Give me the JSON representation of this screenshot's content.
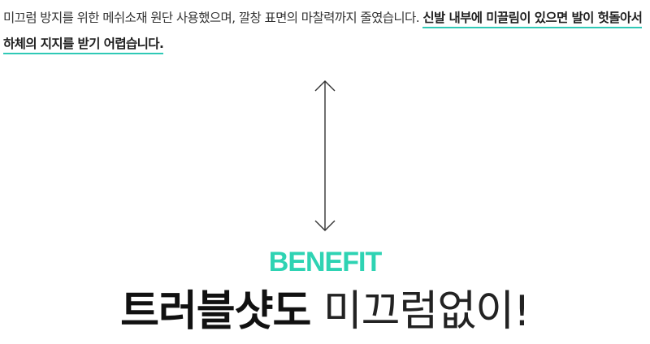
{
  "intro": {
    "plain": "미끄럼 방지를 위한 메쉬소재 원단 사용했으며, 깔창 표면의 마찰력까지 줄였습니다. ",
    "highlight": "신발 내부에 미끌림이 있으면 발이 헛돌아서 하체의 지지를 받기 어렵습니다."
  },
  "arrow": {
    "icon": "double-arrow-vertical-icon"
  },
  "benefit": {
    "label": "BENEFIT",
    "color": "#2ed3b3"
  },
  "headline": {
    "bold": "트러블샷도",
    "thin": "미끄럼없이!"
  },
  "colors": {
    "accent_underline": "#2fc9b6"
  }
}
